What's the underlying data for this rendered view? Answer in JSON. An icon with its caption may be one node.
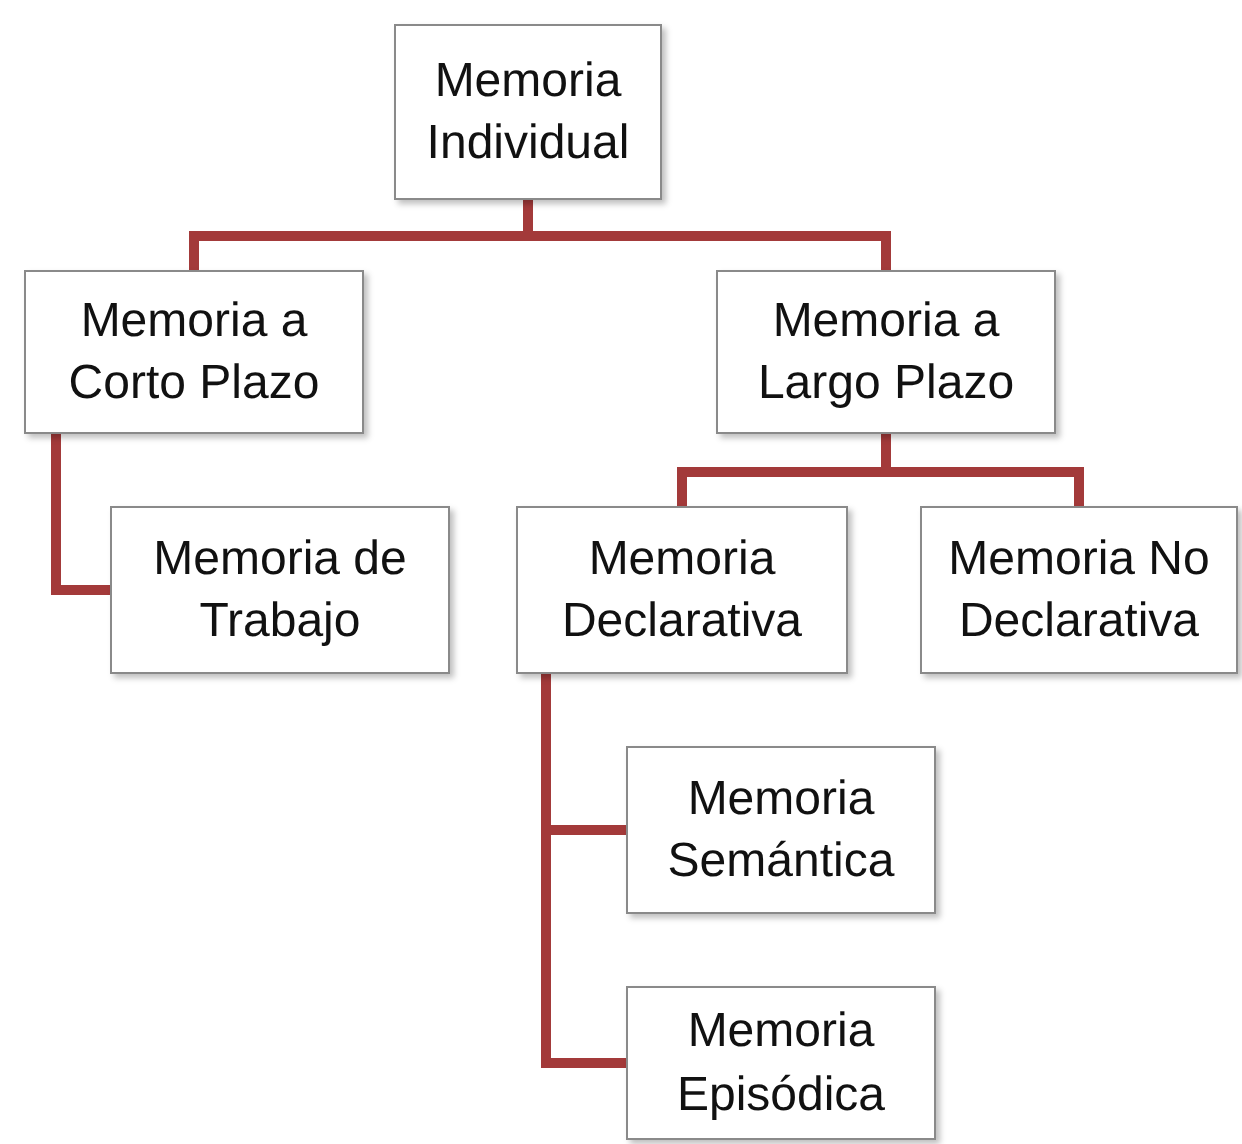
{
  "diagram": {
    "nodes": [
      {
        "text": [
          "Memoria Individual"
        ]
      },
      {
        "text": [
          "Memoria a Corto Plazo"
        ]
      },
      {
        "text": [
          "Memoria a Largo Plazo"
        ]
      },
      {
        "text": [
          "Memoria de Trabajo"
        ]
      },
      {
        "text": [
          "Memoria Declarativa"
        ]
      },
      {
        "text": [
          "Memoria No Declarativa"
        ]
      },
      {
        "text": [
          "Memoria Semántica"
        ]
      },
      {
        "text": [
          "Memoria Episódica"
        ]
      }
    ],
    "edges": [
      {
        "from": 0,
        "to": 1,
        "arrow": "none"
      },
      {
        "from": 0,
        "to": 2,
        "arrow": "none"
      },
      {
        "from": 1,
        "to": 3,
        "arrow": "none"
      },
      {
        "from": 2,
        "to": 4,
        "arrow": "none"
      },
      {
        "from": 2,
        "to": 5,
        "arrow": "none"
      },
      {
        "from": 4,
        "to": 6,
        "arrow": "none"
      },
      {
        "from": 4,
        "to": 7,
        "arrow": "none"
      }
    ]
  }
}
